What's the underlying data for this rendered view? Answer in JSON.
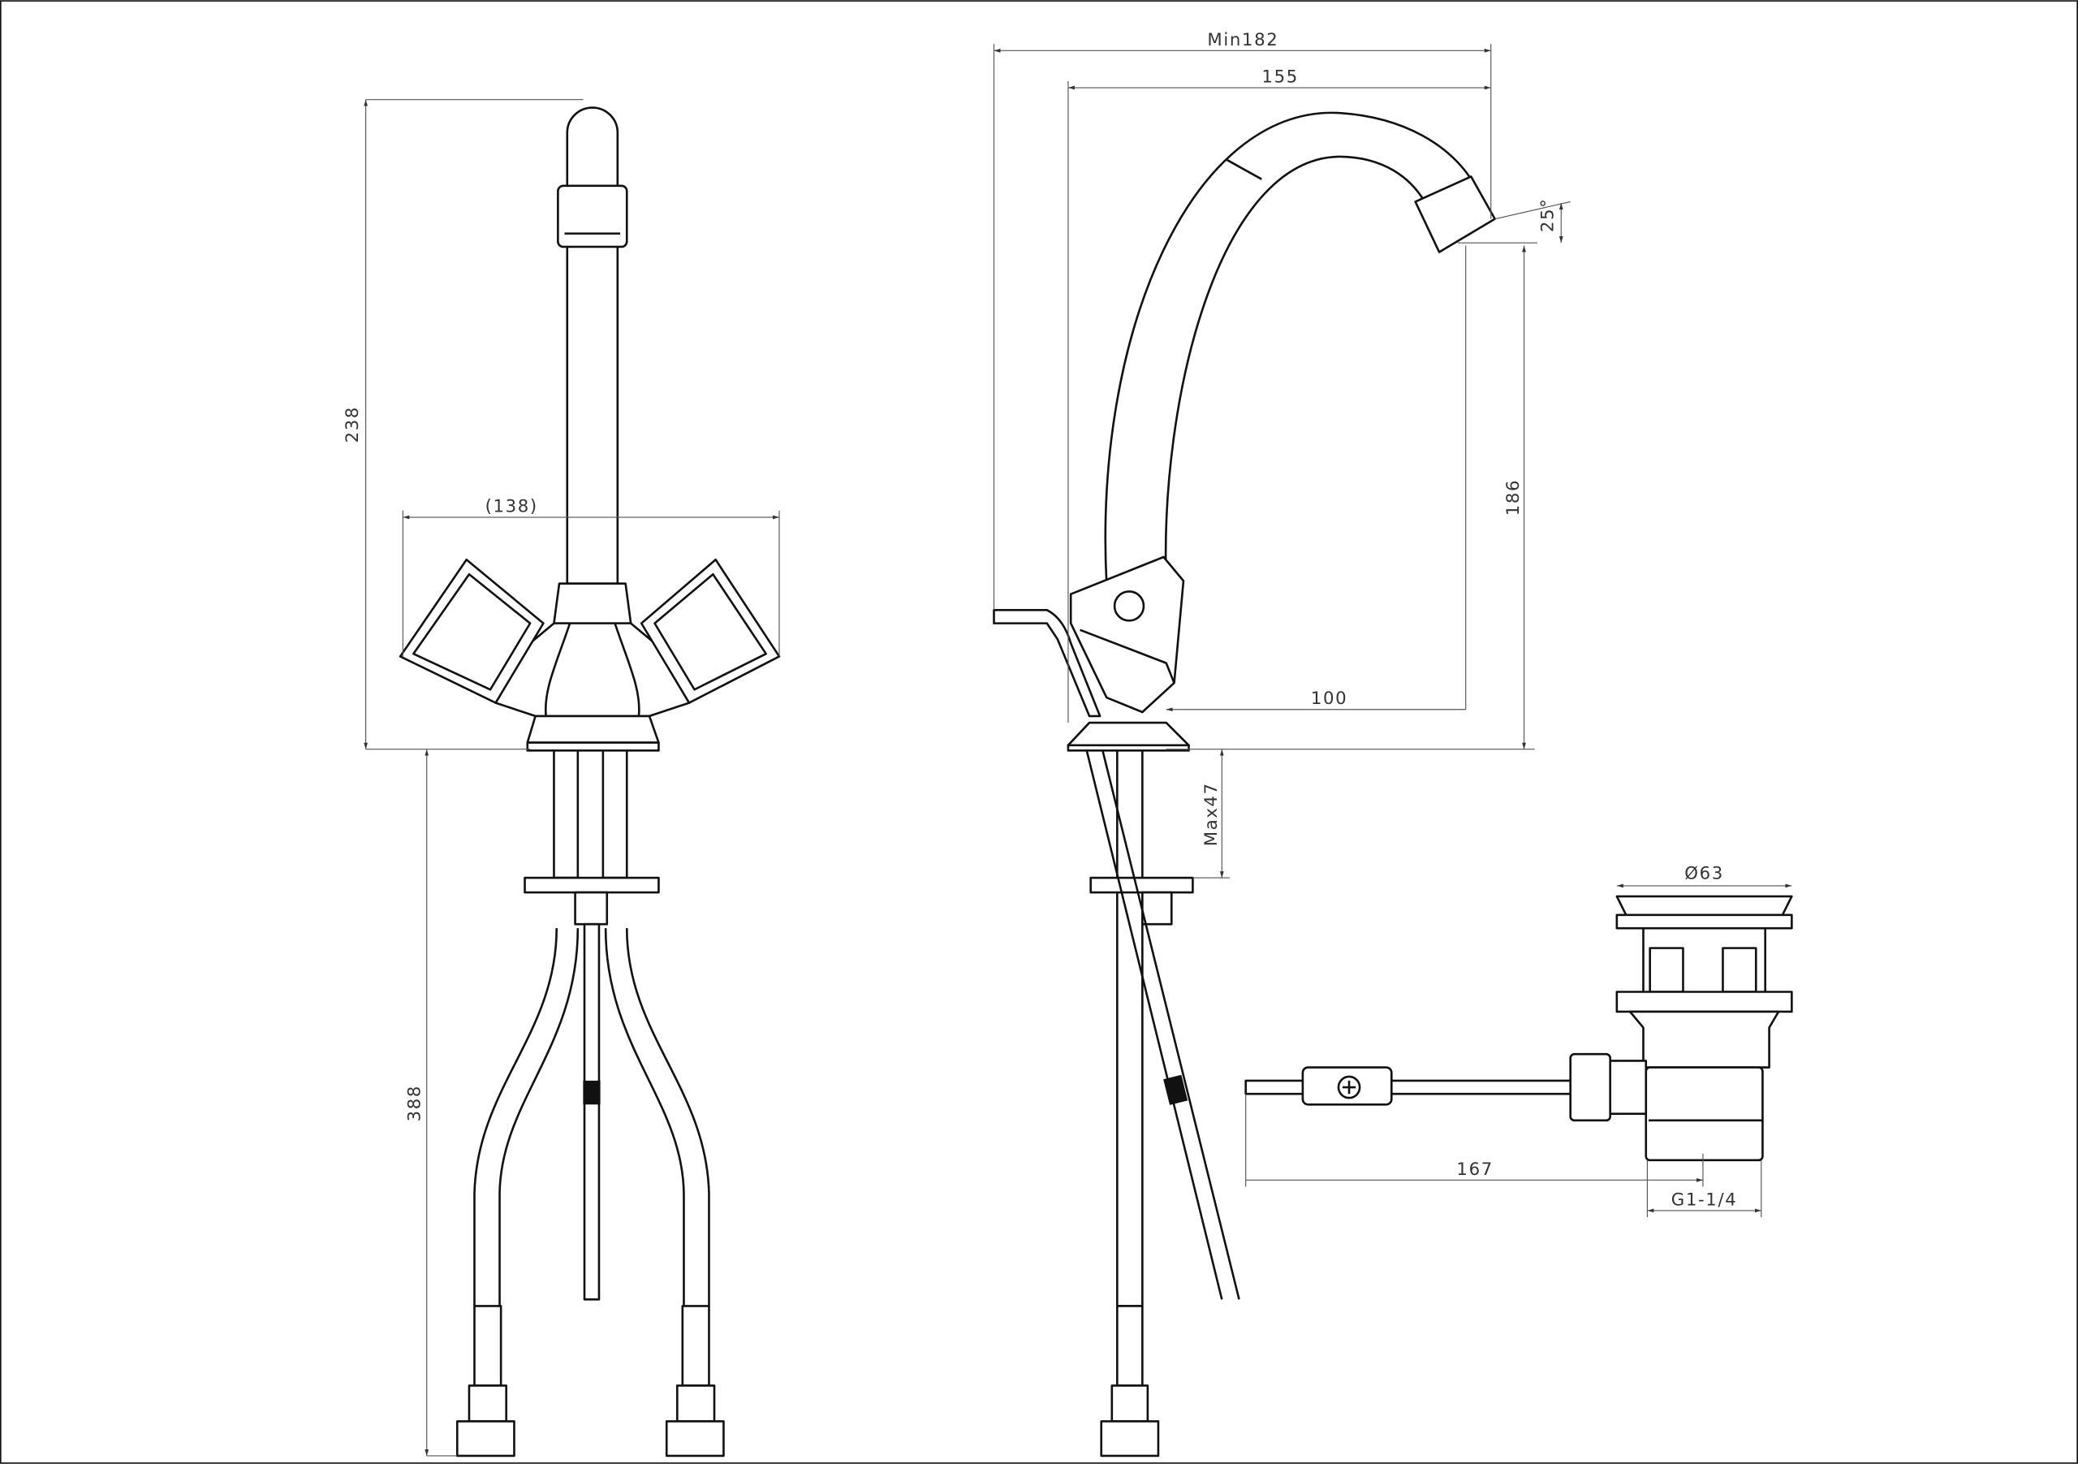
{
  "drawing": {
    "front_view": {
      "height_dim": "238",
      "handle_span_dim": "(138)",
      "hose_length_dim": "388"
    },
    "side_view": {
      "min_reach_dim": "Min182",
      "spout_reach_dim": "155",
      "aerator_angle_dim": "25°",
      "outlet_height_dim": "186",
      "outlet_offset_dim": "100",
      "max_deck_thickness_dim": "Max47"
    },
    "drain_view": {
      "diameter_dim": "Ø63",
      "rod_length_dim": "167",
      "thread_dim": "G1-1/4"
    }
  }
}
